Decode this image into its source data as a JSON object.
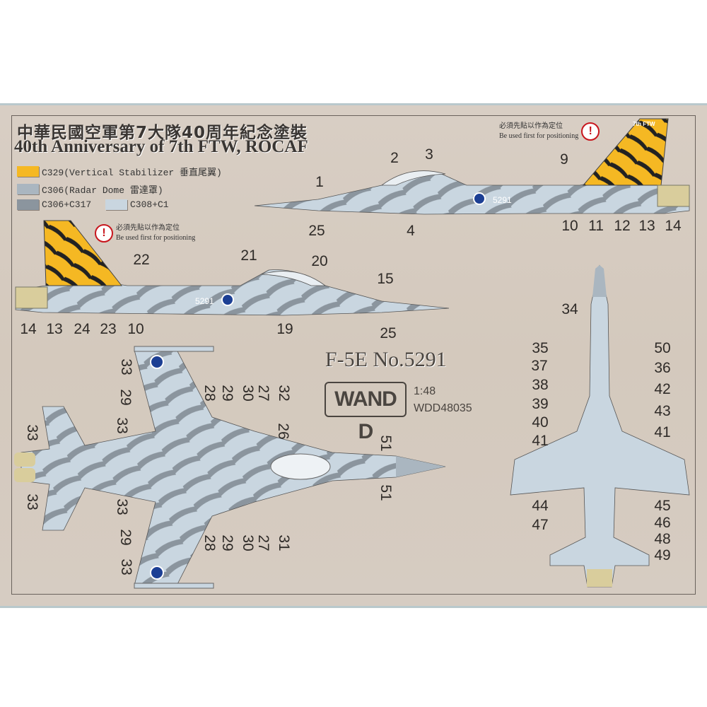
{
  "title_zh": "中華民國空軍第7大隊40周年紀念塗裝",
  "title_en": "40th Anniversary of 7th FTW, ROCAF",
  "legend": [
    {
      "label": "C329(Vertical Stabilizer 垂直尾翼)",
      "color": "#f5b823"
    },
    {
      "label": "C306(Radar Dome 雷達罩)",
      "color": "#aab6c0"
    },
    {
      "label": "C306+C317",
      "color": "#8b959e"
    },
    {
      "label": "C308+C1",
      "color": "#c9d6e0"
    }
  ],
  "warning": {
    "zh": "必須先貼以作為定位",
    "en": "Be used first for positioning",
    "icon": "exclamation-icon"
  },
  "tail_marking": "7th FTW",
  "serial": "5291",
  "model": "F-5E  No.5291",
  "brand": "WAND D",
  "scale": "1:48",
  "product_code": "WDD48035",
  "callouts": {
    "side_right": [
      "1",
      "2",
      "3",
      "9",
      "25",
      "4",
      "10",
      "11",
      "12",
      "13",
      "14"
    ],
    "side_left": [
      "22",
      "21",
      "20",
      "15",
      "14",
      "13",
      "24",
      "23",
      "10",
      "19",
      "25"
    ],
    "top_view": [
      "33",
      "29",
      "33",
      "28",
      "29",
      "30",
      "27",
      "32",
      "26",
      "33",
      "33",
      "51",
      "51",
      "33",
      "29",
      "33",
      "28",
      "29",
      "30",
      "27",
      "31"
    ],
    "bottom_view": [
      "34",
      "35",
      "50",
      "37",
      "36",
      "38",
      "42",
      "39",
      "43",
      "40",
      "41",
      "41",
      "44",
      "45",
      "47",
      "46",
      "48",
      "49"
    ]
  }
}
